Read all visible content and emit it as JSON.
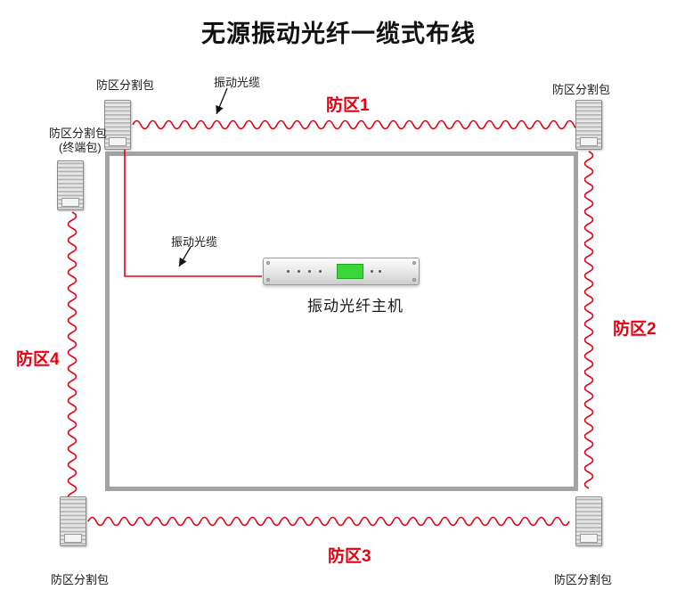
{
  "title": "无源振动光纤一缆式布线",
  "zones": {
    "zone1": "防区1",
    "zone2": "防区2",
    "zone3": "防区3",
    "zone4": "防区4"
  },
  "labels": {
    "separator_top_left": "防区分割包",
    "separator_top_right": "防区分割包",
    "separator_bottom_left": "防区分割包",
    "separator_bottom_right": "防区分割包",
    "terminal_line1": "防区分割包",
    "terminal_line2": "(终端包)",
    "cable_label_top": "振动光缆",
    "cable_label_inner": "振动光缆",
    "host_label": "振动光纤主机"
  },
  "colors": {
    "cable": "#e60012",
    "zone_text": "#e60012",
    "wall": "#a3a3a3",
    "screen": "#39d839"
  }
}
